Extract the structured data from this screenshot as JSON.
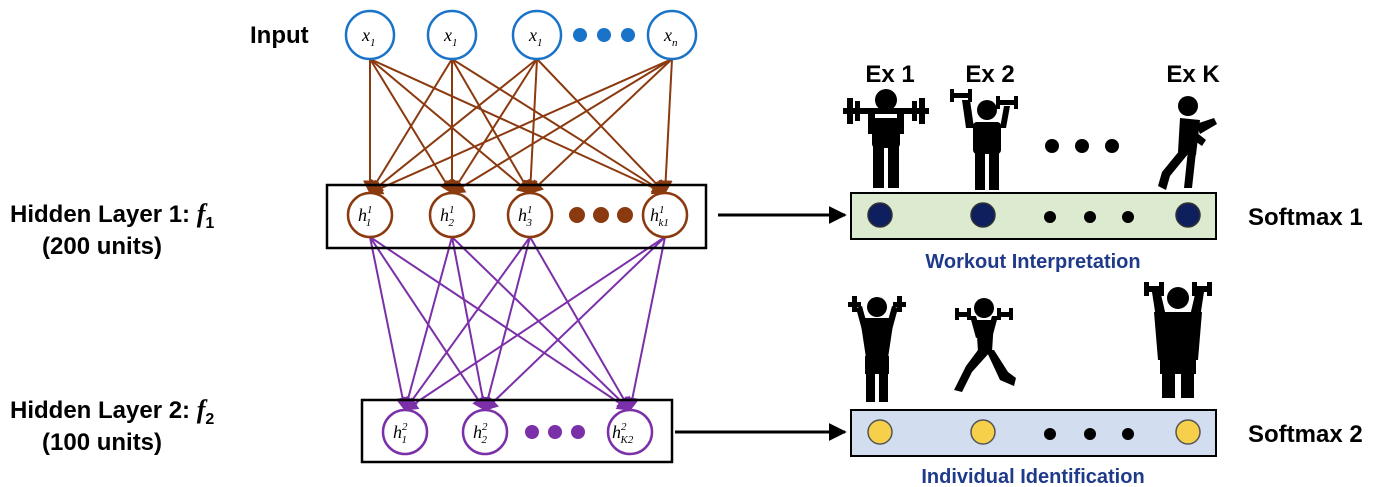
{
  "labels": {
    "input": "Input",
    "hidden1_title": "Hidden Layer 1: ",
    "hidden1_func": "f",
    "hidden1_func_sub": "1",
    "hidden1_units": "(200 units)",
    "hidden2_title": "Hidden Layer 2: ",
    "hidden2_func": "f",
    "hidden2_func_sub": "2",
    "hidden2_units": "(100 units)",
    "softmax1": "Softmax 1",
    "softmax2": "Softmax 2",
    "workout_caption": "Workout Interpretation",
    "individual_caption": "Individual Identification"
  },
  "input_nodes": [
    {
      "base": "x",
      "sub": "1"
    },
    {
      "base": "x",
      "sub": "1"
    },
    {
      "base": "x",
      "sub": "1"
    },
    {
      "base": "x",
      "sub": "n"
    }
  ],
  "hidden1_nodes": [
    {
      "base": "h",
      "sup": "1",
      "sub": "1"
    },
    {
      "base": "h",
      "sup": "1",
      "sub": "2"
    },
    {
      "base": "h",
      "sup": "1",
      "sub": "3"
    },
    {
      "base": "h",
      "sup": "1",
      "sub": "k1"
    }
  ],
  "hidden2_nodes": [
    {
      "base": "h",
      "sup": "2",
      "sub": "1"
    },
    {
      "base": "h",
      "sup": "2",
      "sub": "2"
    },
    {
      "base": "h",
      "sup": "2",
      "sub": "K2"
    }
  ],
  "exercise_labels": [
    "Ex 1",
    "Ex 2",
    "Ex K"
  ],
  "colors": {
    "input": "#1a73c8",
    "hidden1": "#8b3a0f",
    "hidden2": "#7b2fa8",
    "softmax1_fill": "#dcebd0",
    "softmax1_node": "#0d1f5c",
    "softmax2_fill": "#d3ddf0",
    "softmax2_node": "#f6d04a",
    "caption": "#1f3a8a"
  },
  "icons": {
    "exercises": [
      "barbell-press-figure-icon",
      "dumbbell-press-figure-icon",
      "punch-figure-icon"
    ],
    "individuals": [
      "muscular-man-curl-icon",
      "woman-lunge-curl-icon",
      "large-man-press-icon"
    ]
  }
}
